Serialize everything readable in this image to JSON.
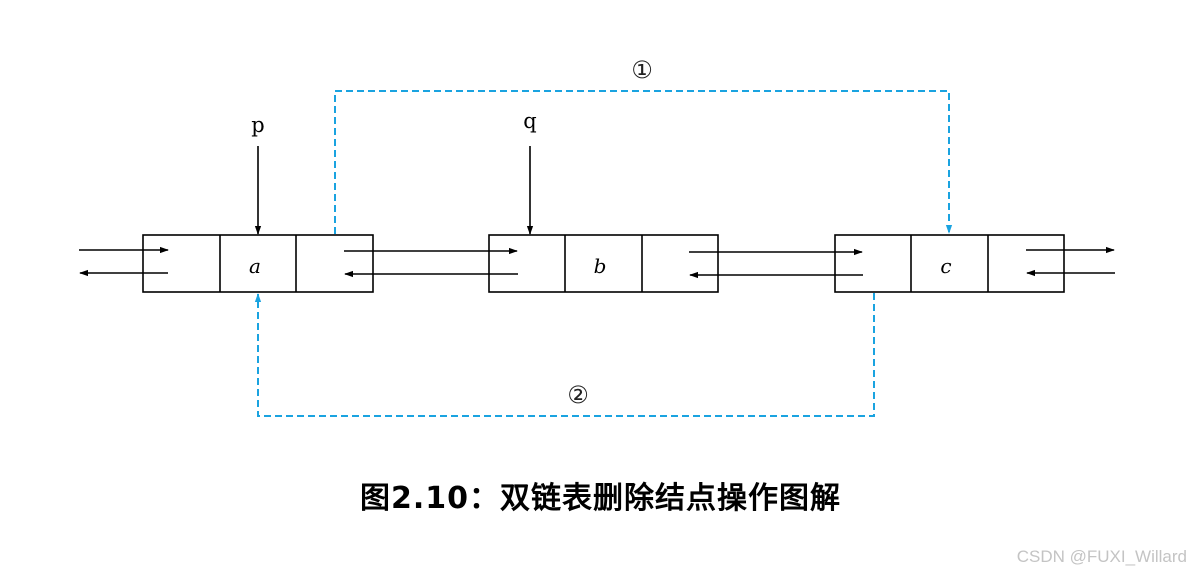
{
  "nodes": [
    {
      "id": "a",
      "label": "a"
    },
    {
      "id": "b",
      "label": "b"
    },
    {
      "id": "c",
      "label": "c"
    }
  ],
  "pointers": {
    "p": "p",
    "q": "q"
  },
  "steps": {
    "step1": "①",
    "step2": "②"
  },
  "caption": "图2.10：双链表删除结点操作图解",
  "watermark": "CSDN @FUXI_Willard",
  "colors": {
    "line": "#000000",
    "highlight": "#1aa3e0",
    "watermark": "#c4c4c4"
  }
}
